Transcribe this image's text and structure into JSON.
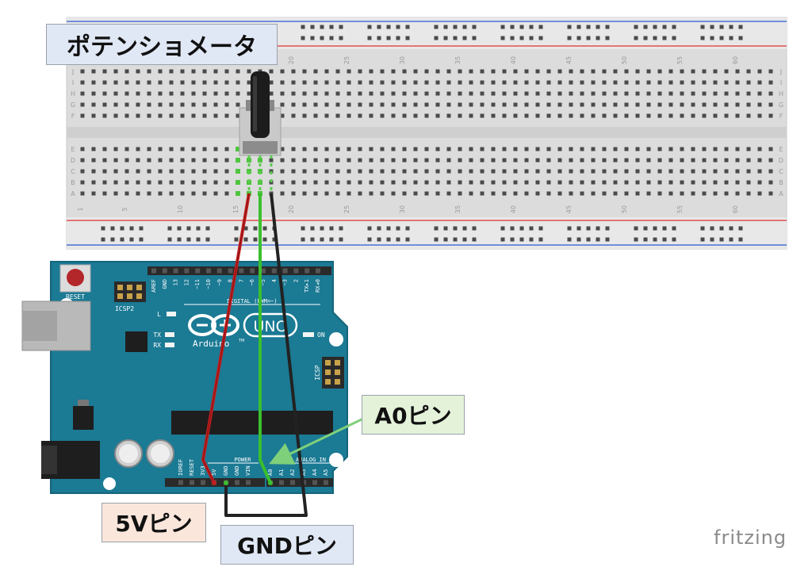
{
  "labels": {
    "potentiometer": "ポテンショメータ",
    "a0_pin": "A0ピン",
    "five_v_pin": "5Vピン",
    "gnd_pin": "GNDピン",
    "brand": "fritzing"
  },
  "breadboard": {
    "column_numbers": [
      "1",
      "5",
      "10",
      "15",
      "20",
      "25",
      "30",
      "35",
      "40",
      "45",
      "50",
      "55",
      "60"
    ],
    "rows_top": [
      "J",
      "I",
      "H",
      "G",
      "F"
    ],
    "rows_bottom": [
      "E",
      "D",
      "C",
      "B",
      "A"
    ]
  },
  "arduino": {
    "brand": "Arduino",
    "model": "UNO",
    "tm": "TM",
    "reset": "RESET",
    "icsp2": "ICSP2",
    "icsp": "ICSP",
    "led_l": "L",
    "led_tx": "TX",
    "led_rx": "RX",
    "on": "ON",
    "digital_title": "DIGITAL (PWM=~)",
    "digital_pins": [
      "AREF",
      "GND",
      "13",
      "12",
      "~11",
      "~10",
      "~9",
      "8",
      "7",
      "~6",
      "~5",
      "4",
      "~3",
      "2",
      "TX▸1",
      "RX◂0"
    ],
    "power_title": "POWER",
    "power_pins": [
      "IOREF",
      "RESET",
      "3V3",
      "5V",
      "GND",
      "GND",
      "VIN"
    ],
    "analog_title": "ANALOG IN",
    "analog_pins": [
      "A0",
      "A1",
      "A2",
      "A3",
      "A4",
      "A5"
    ]
  },
  "colors": {
    "board": "#1b7a94",
    "board_edge": "#14657b",
    "breadboard": "#dcdcdc",
    "wire_5v": "#c41e1e",
    "wire_signal": "#3bbf2e",
    "wire_gnd": "#222222",
    "rail_red": "#e05050",
    "rail_blue": "#4a6fd6"
  }
}
